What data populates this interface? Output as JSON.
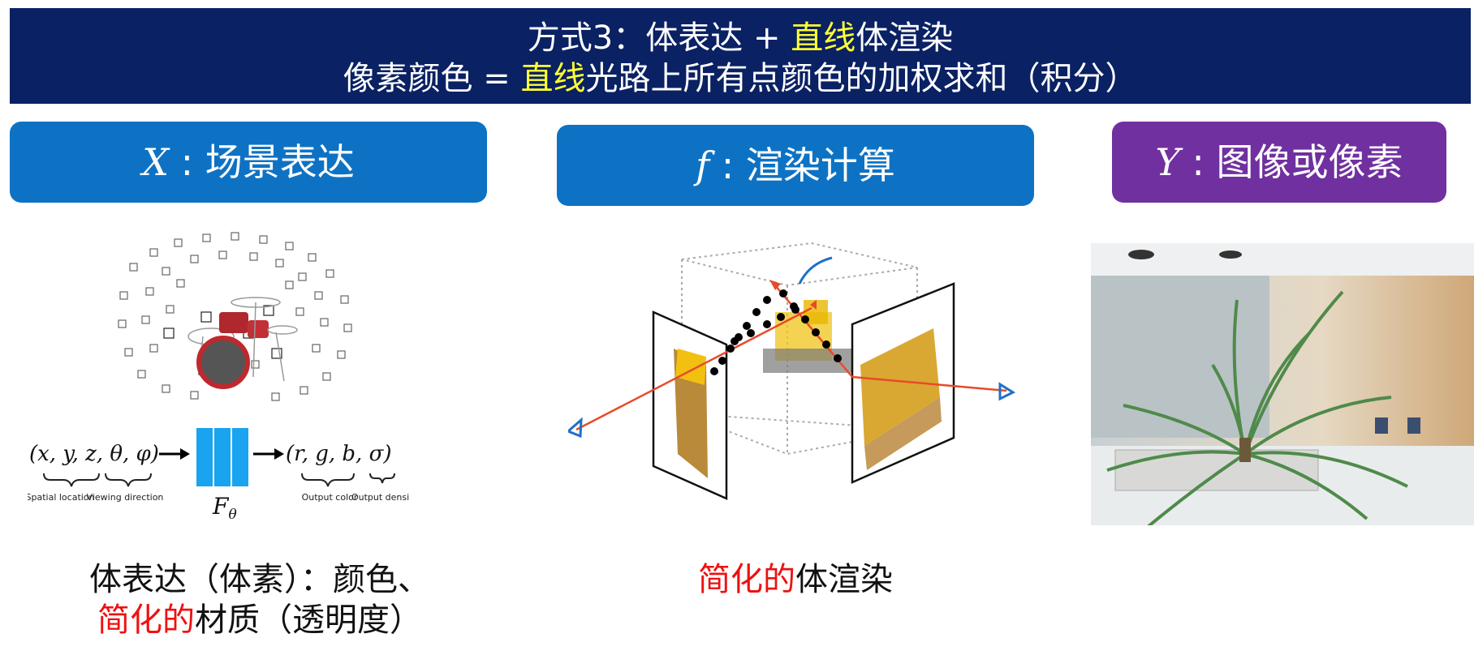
{
  "banner": {
    "line1_a": "方式3：体表达 + ",
    "line1_hl": "直线",
    "line1_b": "体渲染",
    "line2_a": "像素颜色 = ",
    "line2_hl": "直线",
    "line2_b": "光路上所有点颜色的加权求和（积分）"
  },
  "columns": [
    {
      "var": "X",
      "label": " : 场景表达",
      "color": "#0e72c4"
    },
    {
      "var": "f",
      "label": " : 渲染计算",
      "color": "#0e72c4"
    },
    {
      "var": "Y",
      "label": " : 图像或像素",
      "color": "#7030a0"
    }
  ],
  "nerf_diagram": {
    "input": "(x, y, z, θ, φ)",
    "input_labels": [
      "Spatial location",
      "Viewing direction"
    ],
    "network": "F",
    "network_sub": "θ",
    "output": "(r, g, b, σ)",
    "output_labels": [
      "Output color",
      "Output density"
    ]
  },
  "captions": {
    "left_line1": "体表达（体素）：颜色、",
    "left_line2_red": "简化的",
    "left_line2_rest": "材质（透明度）",
    "mid_red": "简化的",
    "mid_rest": "体渲染"
  },
  "colors": {
    "banner": "#0a2163",
    "highlight": "#ffff33",
    "pill_blue": "#0e72c4",
    "pill_purple": "#7030a0",
    "emphasis": "#ee1111"
  }
}
